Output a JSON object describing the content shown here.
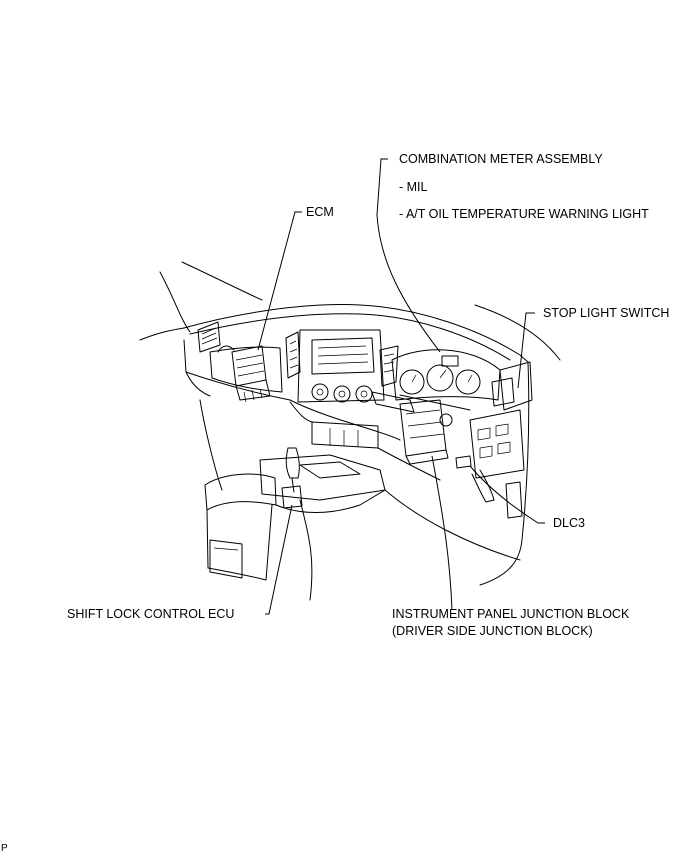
{
  "labels": {
    "combination_meter": "COMBINATION METER ASSEMBLY",
    "mil": "- MIL",
    "at_oil": "- A/T OIL  TEMPERATURE WARNING LIGHT",
    "ecm": "ECM",
    "stop_light_switch": "STOP LIGHT SWITCH",
    "dlc3": "DLC3",
    "shift_lock": "SHIFT LOCK CONTROL ECU",
    "ip_junction_line1": "INSTRUMENT PANEL JUNCTION BLOCK",
    "ip_junction_line2": "(DRIVER SIDE JUNCTION BLOCK)",
    "corner_mark": "P"
  }
}
